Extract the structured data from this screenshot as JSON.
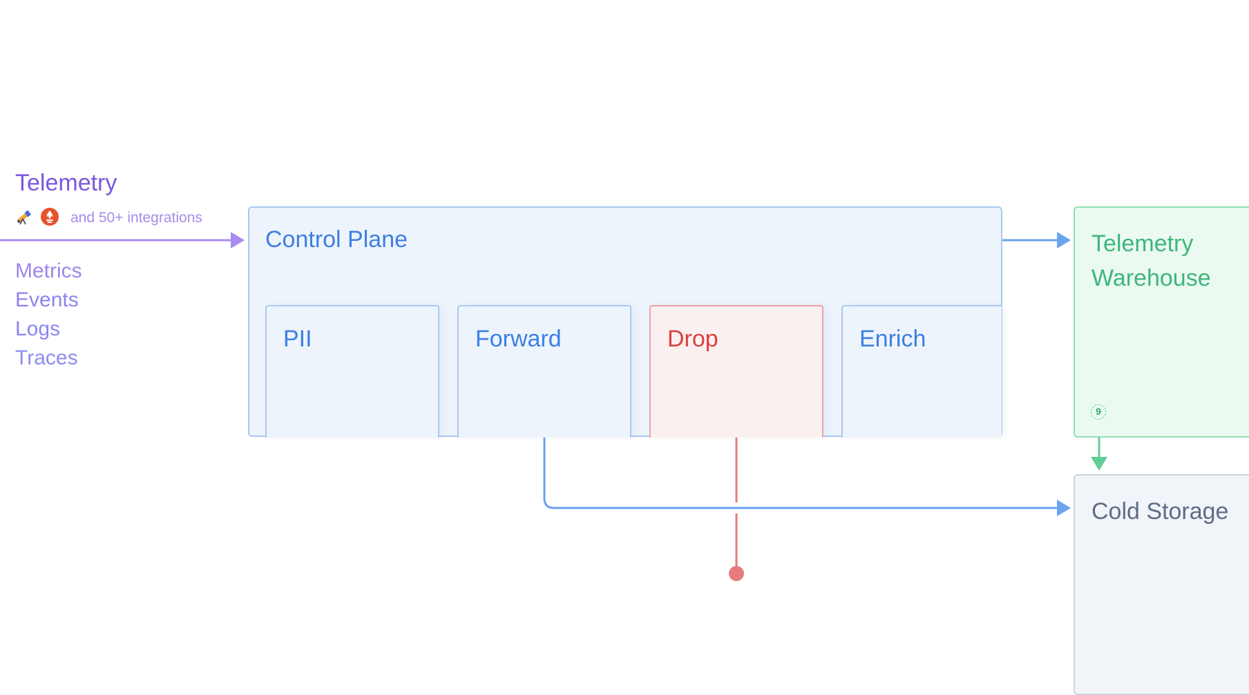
{
  "telemetry": {
    "title": "Telemetry",
    "integrations_label": "and 50+ integrations",
    "integration_icons": [
      "telescope-icon",
      "prometheus-flame-icon"
    ],
    "types": [
      "Metrics",
      "Events",
      "Logs",
      "Traces"
    ]
  },
  "control_plane": {
    "title": "Control Plane",
    "modules": [
      "PII",
      "Forward",
      "Drop",
      "Enrich"
    ]
  },
  "warehouse": {
    "title": "Telemetry Warehouse",
    "badge": "9"
  },
  "cold_storage": {
    "title": "Cold Storage"
  },
  "colors": {
    "telemetry": "#7b56e0",
    "control_plane": "#3c7fe4",
    "drop": "#d9423f",
    "warehouse": "#3fb57b",
    "cold_storage": "#5f6d84",
    "wire_blue": "#6aa3ef",
    "wire_purple": "#a98bf0",
    "wire_green": "#5fcf95",
    "wire_red": "#e67b7b"
  }
}
